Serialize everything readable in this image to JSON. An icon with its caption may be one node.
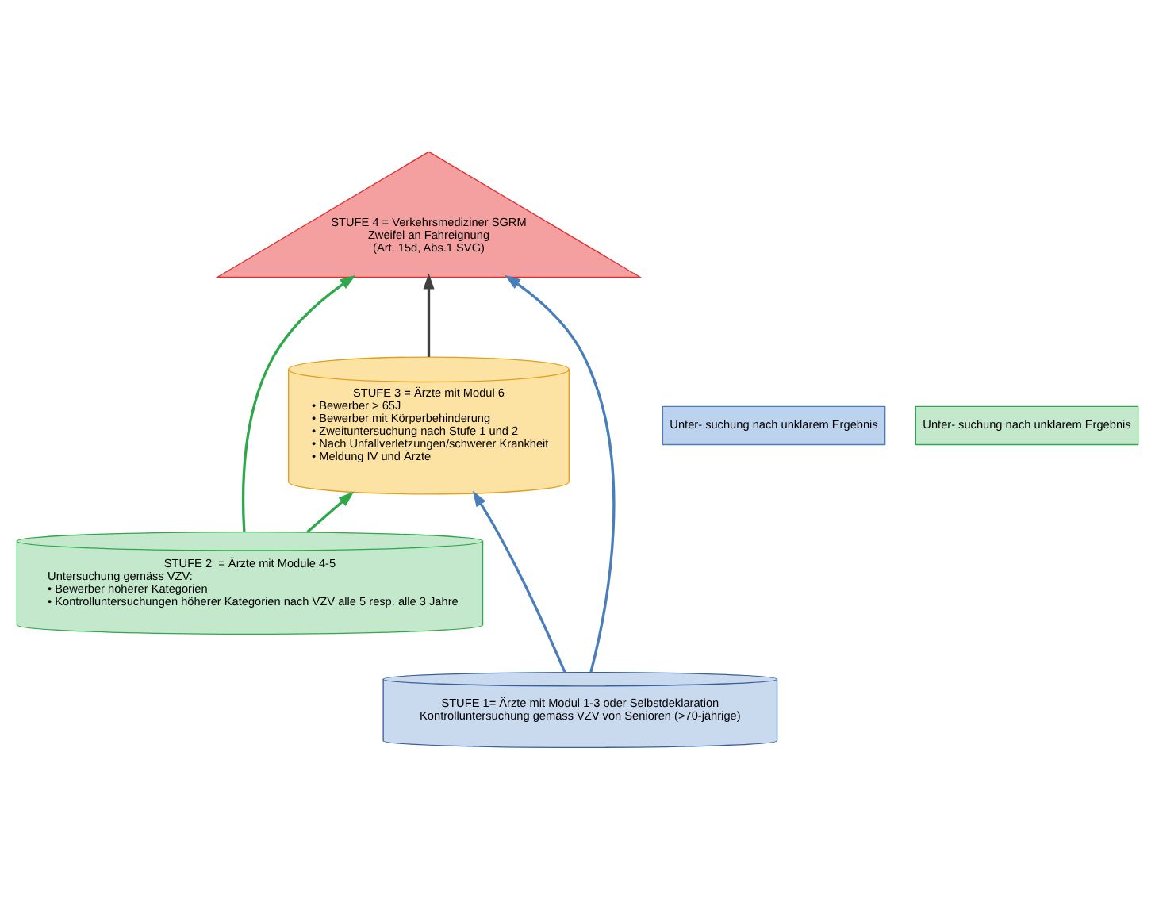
{
  "diagram": {
    "nodes": [
      {
        "text": [
          "STUFE 4 = Verkehrsmediziner SGRM",
          "Zweifel an Fahreignung",
          "(Art. 15d, Abs.1 SVG)"
        ]
      },
      {
        "text": [
          "Unter- suchung nach unklarem Ergebnis"
        ]
      },
      {
        "text": [
          "Unter- suchung nach unklarem Ergebnis"
        ]
      },
      {
        "text": [
          "STUFE 3 = Ärzte mit Modul 6",
          "• Bewerber > 65J",
          "• Bewerber mit Körperbehinderung",
          "• Zweituntersuchung nach Stufe 1 und 2",
          "• Nach Unfallverletzungen/schwerer Krankheit",
          "• Meldung IV und Ärzte"
        ]
      },
      {
        "text": [
          "STUFE 2  = Ärzte mit Module 4-5",
          "Untersuchung gemäss VZV:",
          "• Bewerber höherer Kategorien",
          "• Kontrolluntersuchungen höherer Kategorien nach VZV alle 5 resp. alle 3 Jahre"
        ]
      },
      {
        "text": [
          "STUFE 1= Ärzte mit Modul 1-3 oder Selbstdeklaration",
          "Kontrolluntersuchung gemäss VZV von Senioren (>70-jährige)"
        ]
      }
    ],
    "edges": [
      {
        "from": 5,
        "to": 0,
        "arrow": "to",
        "color": "#4a7ebb"
      },
      {
        "from": 5,
        "to": 3,
        "arrow": "to",
        "color": "#4a7ebb"
      },
      {
        "from": 4,
        "to": 0,
        "arrow": "to",
        "color": "#2ea84a"
      },
      {
        "from": 4,
        "to": 3,
        "arrow": "to",
        "color": "#2ea84a"
      },
      {
        "from": 3,
        "to": 0,
        "arrow": "to",
        "color": "#404040"
      }
    ]
  }
}
